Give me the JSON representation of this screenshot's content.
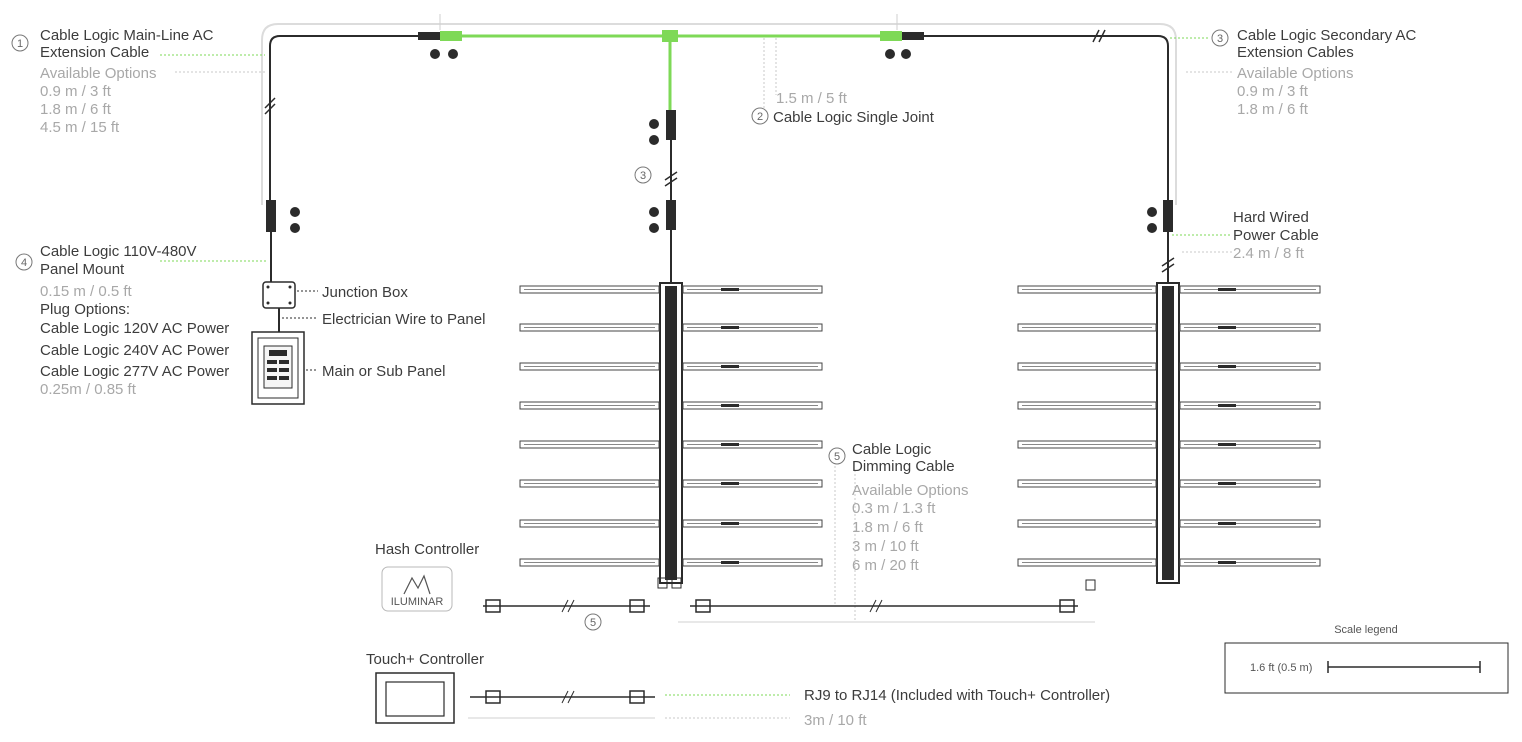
{
  "colors": {
    "cable": "#2b2b2b",
    "green": "#7ed957",
    "guide": "#d8d8d8",
    "leader_green": "#7ed957",
    "leader_gray": "#c8c8c8",
    "text": "#3c3c3c",
    "muted": "#a8a8a8"
  },
  "callouts": {
    "c1": {
      "num": "1",
      "title1": "Cable Logic Main-Line AC",
      "title2": "Extension Cable",
      "opts_title": "Available Options",
      "opts": [
        "0.9 m / 3 ft",
        "1.8 m / 6 ft",
        "4.5 m / 15 ft"
      ]
    },
    "c2": {
      "num": "2",
      "length": "1.5 m / 5 ft",
      "title": "Cable Logic Single Joint"
    },
    "c3": {
      "num": "3",
      "title1": "Cable Logic Secondary AC",
      "title2": "Extension Cables",
      "opts_title": "Available Options",
      "opts": [
        "0.9 m / 3 ft",
        "1.8 m / 6 ft"
      ]
    },
    "c3b": {
      "num": "3"
    },
    "c4": {
      "num": "4",
      "title1": "Cable Logic 110V-480V",
      "title2": "Panel Mount",
      "length": "0.15 m / 0.5 ft",
      "plug_title": "Plug Options:",
      "plugs": [
        "Cable Logic 120V AC Power",
        "Cable Logic 240V AC Power",
        "Cable Logic 277V AC Power"
      ],
      "plug_length": "0.25m / 0.85 ft"
    },
    "c5": {
      "num": "5",
      "title1": "Cable Logic",
      "title2": "Dimming Cable",
      "opts_title": "Available Options",
      "opts": [
        "0.3 m / 1.3 ft",
        "1.8 m / 6 ft",
        "3 m / 10 ft",
        "6 m / 20 ft"
      ]
    },
    "c5b": {
      "num": "5"
    }
  },
  "labels": {
    "junction_box": "Junction Box",
    "electrician_wire": "Electrician Wire to Panel",
    "main_panel": "Main or Sub Panel",
    "hardwired_title1": "Hard Wired",
    "hardwired_title2": "Power Cable",
    "hardwired_length": "2.4 m / 8 ft",
    "hash_controller": "Hash Controller",
    "hash_logo": "ILUMINAR",
    "touch_controller": "Touch+ Controller",
    "rj_cable": "RJ9 to RJ14 (Included with Touch+ Controller)",
    "rj_length": "3m / 10 ft"
  },
  "scale_legend": {
    "title": "Scale legend",
    "value": "1.6 ft (0.5 m)"
  }
}
